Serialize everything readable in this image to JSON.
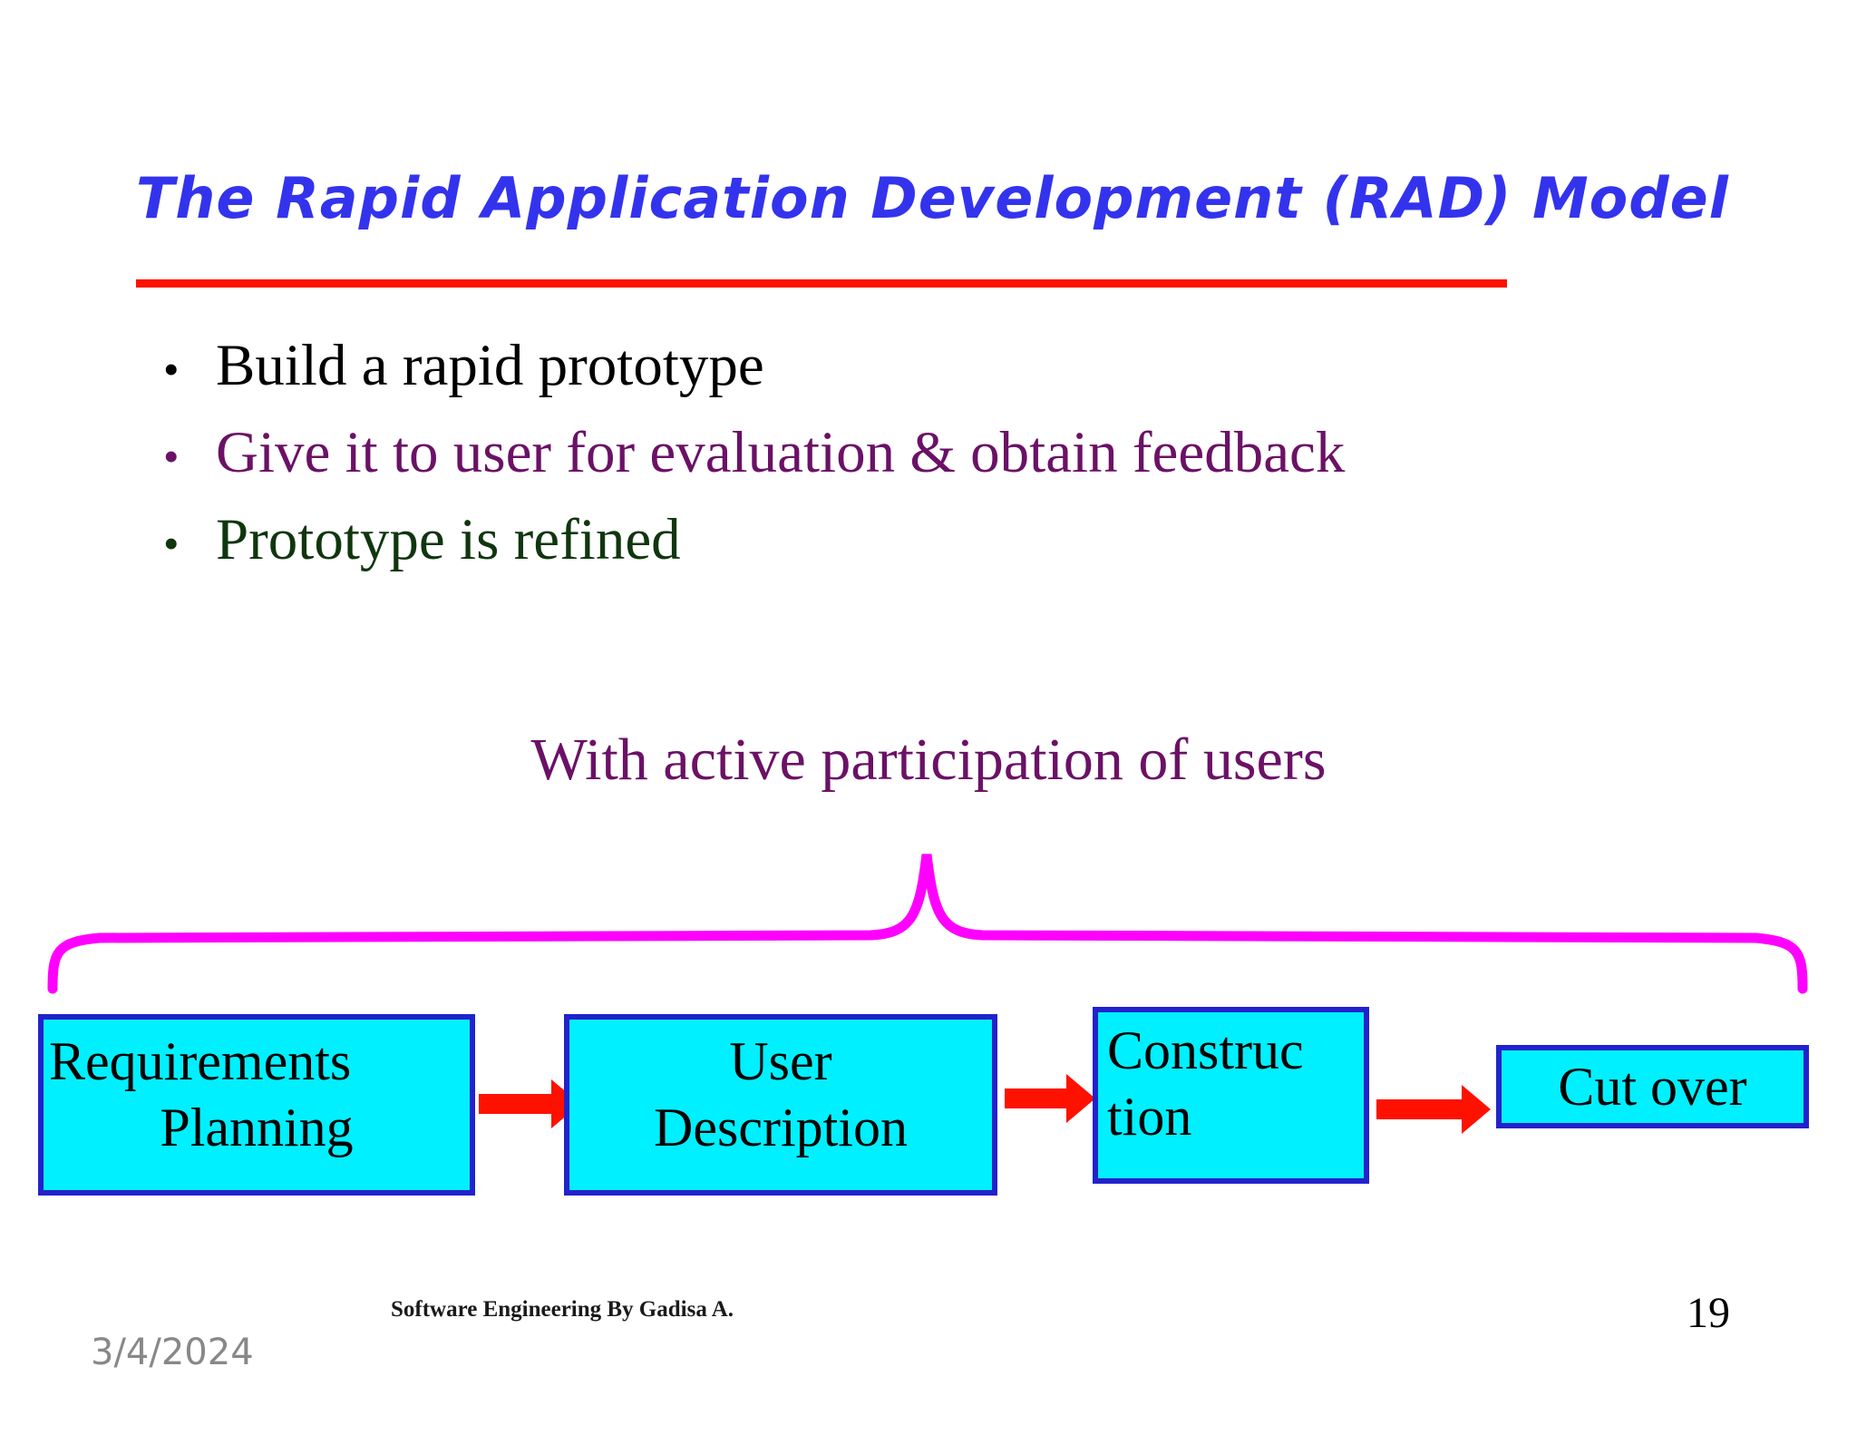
{
  "slide": {
    "title": "The Rapid Application Development (RAD) Model",
    "title_color": "#3333ee",
    "rule_color": "#ff1100",
    "background": "#ffffff"
  },
  "bullets": [
    {
      "marker": "•",
      "text": "Build a rapid prototype",
      "color": "#000000"
    },
    {
      "marker": "•",
      "text": "Give it to user for evaluation & obtain feedback",
      "color": "#6b1166"
    },
    {
      "marker": "•",
      "text": "Prototype is refined",
      "color": "#10360e"
    }
  ],
  "caption": {
    "text": "With active participation of users",
    "color": "#6b1166"
  },
  "brace": {
    "color": "#ff00ff",
    "label": "participation-brace"
  },
  "flow": {
    "box_fill": "#00f0ff",
    "box_border": "#2222cc",
    "arrow_color": "#ff1100",
    "boxes": [
      {
        "lines": [
          "Requirements",
          "Planning"
        ]
      },
      {
        "lines": [
          "User",
          "Description"
        ]
      },
      {
        "lines": [
          "Construc",
          "tion"
        ]
      },
      {
        "lines": [
          "Cut over"
        ]
      }
    ],
    "arrows": [
      "arrow-1",
      "arrow-2",
      "arrow-3"
    ]
  },
  "footer": {
    "credit": "Software Engineering By Gadisa A.",
    "date": "3/4/2024",
    "page": "19"
  }
}
